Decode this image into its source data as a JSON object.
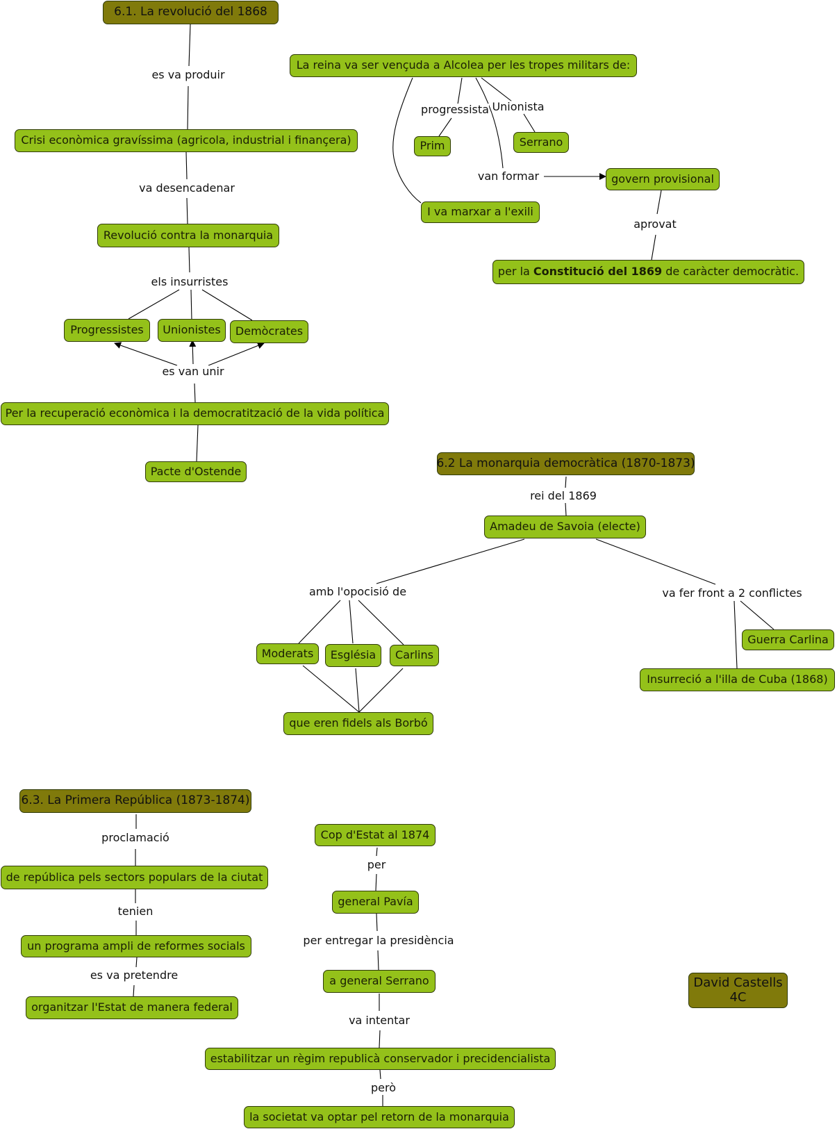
{
  "colors": {
    "node_fill": "#94c11a",
    "title_fill": "#807a0b",
    "line": "#000000"
  },
  "section1": {
    "title": "6.1. La revolució del 1868",
    "link_produir": "es va produir",
    "crisi": "Crisi econòmica gravíssima (agricola, industrial i finançera)",
    "link_desencadenar": "va desencadenar",
    "revolucio": "Revolució contra la monarquia",
    "link_insurristes": "els insurristes",
    "progressistes": "Progressistes",
    "unionistes": "Unionistes",
    "democrates": "Demòcrates",
    "link_unir": "es van unir",
    "recuperacio": "Per la recuperació econòmica i la democratització de la vida política",
    "pacte": "Pacte d'Ostende",
    "reina": "La reina va ser vençuda a Alcolea per les tropes militars de:",
    "link_progressista": "progressista",
    "link_unionista": "Unionista",
    "prim": "Prim",
    "serrano": "Serrano",
    "link_formar": "van formar",
    "govern": "govern provisional",
    "exili": "I va marxar a l'exili",
    "link_aprovat": "aprovat",
    "constitucio_pre": "per la ",
    "constitucio_bold": "Constitució del 1869",
    "constitucio_post": " de caràcter democràtic."
  },
  "section2": {
    "title": "6.2 La monarquia democràtica (1870-1873)",
    "link_rei": "rei del 1869",
    "amadeu": "Amadeu de Savoia (electe)",
    "link_oposicio": "amb l'opocisió de",
    "moderats": "Moderats",
    "esglesia": "Església",
    "carlins": "Carlins",
    "fidels": "que eren fidels als Borbó",
    "link_conflictes": "va fer front a 2 conflictes",
    "guerra": "Guerra Carlina",
    "cuba": "Insurreció a l'illa de Cuba (1868)"
  },
  "section3": {
    "title": "6.3. La Primera República (1873-1874)",
    "link_proclamacio": "proclamació",
    "republica": "de república pels sectors populars de la ciutat",
    "link_tenien": "tenien",
    "programa": "un programa ampli de reformes socials",
    "link_pretendre": "es va pretendre",
    "federal": "organitzar l'Estat de manera federal",
    "cop": "Cop d'Estat al 1874",
    "link_per": "per",
    "pavia": "general Pavía",
    "link_entregar": "per entregar la presidència",
    "serrano2": "a general Serrano",
    "link_intentar": "va intentar",
    "estabilitzar": "estabilitzar un règim republicà conservador i precidencialista",
    "link_pero": "però",
    "retorn": "la societat va optar pel retorn de la monarquia"
  },
  "author": {
    "name": "David Castells",
    "group": "4C"
  }
}
